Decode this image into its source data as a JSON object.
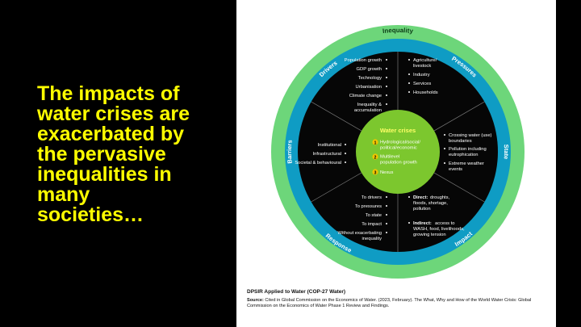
{
  "headline": {
    "lines": [
      "The impacts of",
      "water crises are",
      "exacerbated by",
      "the pervasive",
      "inequalities in",
      "many",
      "societies…"
    ]
  },
  "diagram": {
    "outer_label": "Inequality",
    "ring_labels": {
      "drivers": "Drivers",
      "pressures": "Pressures",
      "state": "State",
      "impact": "Impact",
      "response": "Response",
      "barriers": "Barriers"
    },
    "center": {
      "title": "Water crises",
      "items": [
        {
          "num": "1",
          "lines": [
            "Hydrological/social/",
            "political/economic"
          ]
        },
        {
          "num": "2",
          "lines": [
            "Multilevel",
            "population growth"
          ]
        },
        {
          "num": "3",
          "lines": [
            "Nexus"
          ]
        }
      ]
    },
    "drivers_list": [
      "Population growth",
      "GDP growth",
      "Technology",
      "Urbanisation",
      "Climate change",
      "Inequality &",
      "accumulation"
    ],
    "pressures_list": [
      "Agriculture/",
      "livestock",
      "Industry",
      "Services",
      "Households"
    ],
    "state_list": [
      "Crossing water (use)",
      "boundaries",
      "Pollution including",
      "eutrophication",
      "Extreme weather",
      "events"
    ],
    "barriers_list": [
      "Institutional",
      "Infrastructural",
      "Societal & behavioural"
    ],
    "response_list": [
      "To drivers",
      "To pressures",
      "To state",
      "To impact",
      "Without exacerbating",
      "inequality"
    ],
    "impact": {
      "direct_label": "Direct:",
      "direct_lines": [
        "droughts,",
        "floods, shortage,",
        "pollution"
      ],
      "indirect_label": "Indirect:",
      "indirect_lines": [
        "access to",
        "WASH, food, livelihoods,",
        "growing tension"
      ]
    },
    "colors": {
      "outer_ring": "#6dd67a",
      "middle_ring": "#0f9cc4",
      "inner_disk": "#060606",
      "center_circle": "#7cc72e",
      "center_title": "#ffff66",
      "badge": "#f2c500"
    }
  },
  "caption": {
    "title": "DPSIR Applied to Water (COP-27 Water)",
    "source_label": "Source:",
    "source_text": "Cited in Global Commission on the Economics of Water. (2023, February). The What, Why and How of the World Water Crisis: Global Commission on the Economics of Water Phase 1 Review and Findings."
  }
}
